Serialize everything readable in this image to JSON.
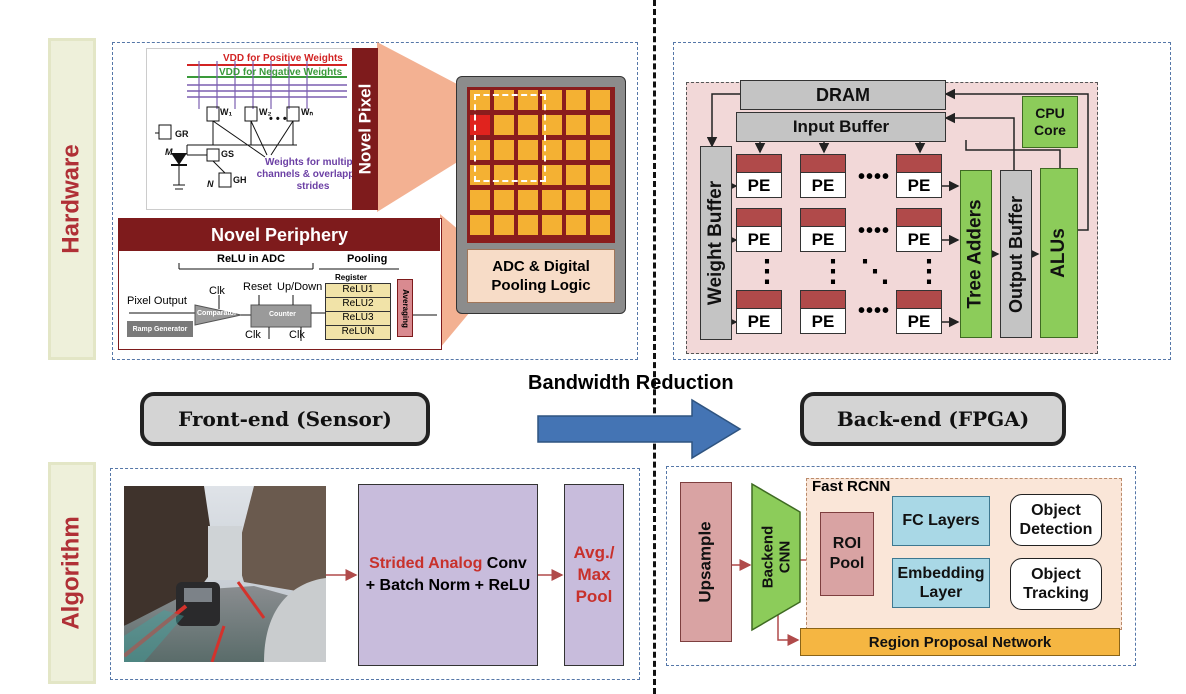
{
  "side_labels": {
    "hardware": "Hardware",
    "algorithm": "Algorithm"
  },
  "middle": {
    "frontend": "Front-end (Sensor)",
    "backend": "Back-end (FPGA)",
    "bandwidth": "Bandwidth Reduction"
  },
  "pixel": {
    "vdd_pos": "VDD for Positive Weights",
    "vdd_neg": "VDD for Negative Weights",
    "w1": "W₁",
    "w2": "W₂",
    "wn": "Wₙ",
    "wdots": "• • •",
    "gr": "GR",
    "gs": "GS",
    "gh": "GH",
    "m": "M",
    "n": "N",
    "weights_note": "Weights for multiple channels & overlapping strides",
    "novel_pixel": "Novel Pixel",
    "colors": {
      "pos": "#d22323",
      "neg": "#3a9a3a",
      "grid": "#7b5fb0"
    }
  },
  "periphery": {
    "title": "Novel Periphery",
    "relu_in_adc": "ReLU in ADC",
    "pooling": "Pooling",
    "register": "Register",
    "relus": [
      "ReLU1",
      "ReLU2",
      "ReLU3",
      "ReLUN"
    ],
    "averaging": "Averaging",
    "pixel_output": "Pixel Output",
    "ramp": "Ramp Generator",
    "comparator": "Comparator",
    "counter": "Counter",
    "clk": "Clk",
    "reset": "Reset",
    "updown": "Up/Down"
  },
  "array": {
    "label": "ADC & Digital Pooling Logic"
  },
  "fpga_hw": {
    "dram": "DRAM",
    "input_buffer": "Input Buffer",
    "cpu": "CPU Core",
    "weight_buffer": "Weight Buffer",
    "tree_adders": "Tree Adders",
    "output_buffer": "Output Buffer",
    "alus": "ALUs",
    "pe": "PE",
    "hdots": "••••",
    "vdots": "⋮",
    "ddots": "⋱"
  },
  "algo": {
    "conv_red": "Strided Analog",
    "conv_rest1": " Conv",
    "conv_line2": "+ Batch Norm + ReLU",
    "pool": "Avg./ Max Pool"
  },
  "detector": {
    "fast_rcnn": "Fast RCNN",
    "upsample": "Upsample",
    "backend_cnn": "Backend CNN",
    "roi_pool": "ROI Pool",
    "fc_layers": "FC Layers",
    "embedding": "Embedding Layer",
    "obj_det": "Object Detection",
    "obj_track": "Object Tracking",
    "rpn": "Region Proposal Network"
  }
}
